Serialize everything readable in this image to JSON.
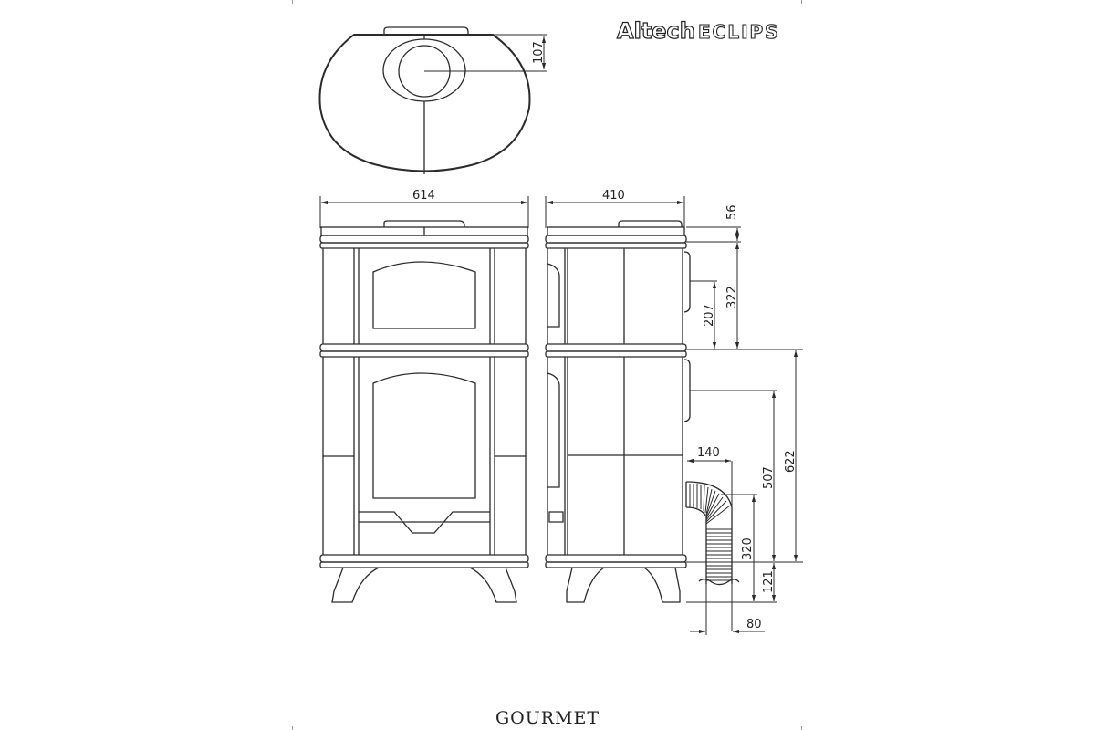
{
  "brand": {
    "name_part1": "Altech",
    "name_part2": "ECLIPS"
  },
  "product": {
    "model_name": "GOURMET"
  },
  "views": {
    "top": {
      "label": "top-view",
      "dimensions": {
        "flue_offset": "107"
      }
    },
    "front": {
      "label": "front-view",
      "dimensions": {
        "width": "614"
      }
    },
    "side": {
      "label": "side-view",
      "dimensions": {
        "depth": "410",
        "top_thickness": "56",
        "upper_height": "322",
        "rear_upper_outlet": "207",
        "total_to_top_band": "622",
        "rear_lower_outlet": "507",
        "pipe_depth": "140",
        "pipe_center_height": "320",
        "leg_height": "121",
        "pipe_diameter": "80"
      }
    }
  },
  "colors": {
    "line": "#2a2a2a",
    "background": "#ffffff"
  }
}
